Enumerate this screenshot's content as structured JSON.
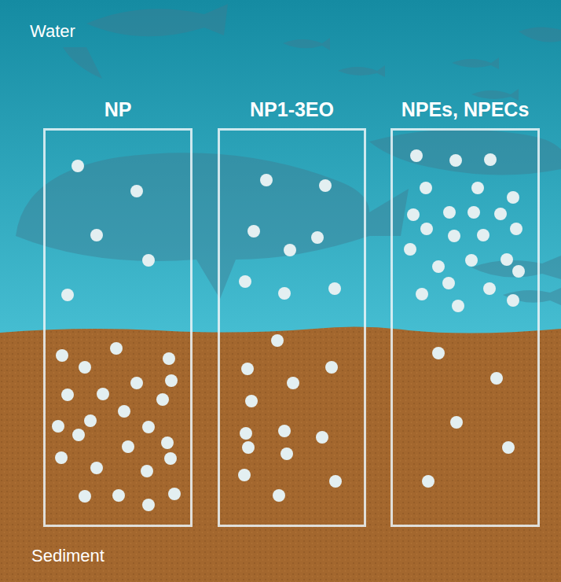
{
  "diagram": {
    "nodes": [
      {
        "text": [
          "NP"
        ]
      },
      {
        "text": [
          "NP1-3EO"
        ]
      },
      {
        "text": [
          "NPEs, NPECs"
        ]
      }
    ],
    "labels": [
      "Water",
      "Sediment"
    ]
  }
}
